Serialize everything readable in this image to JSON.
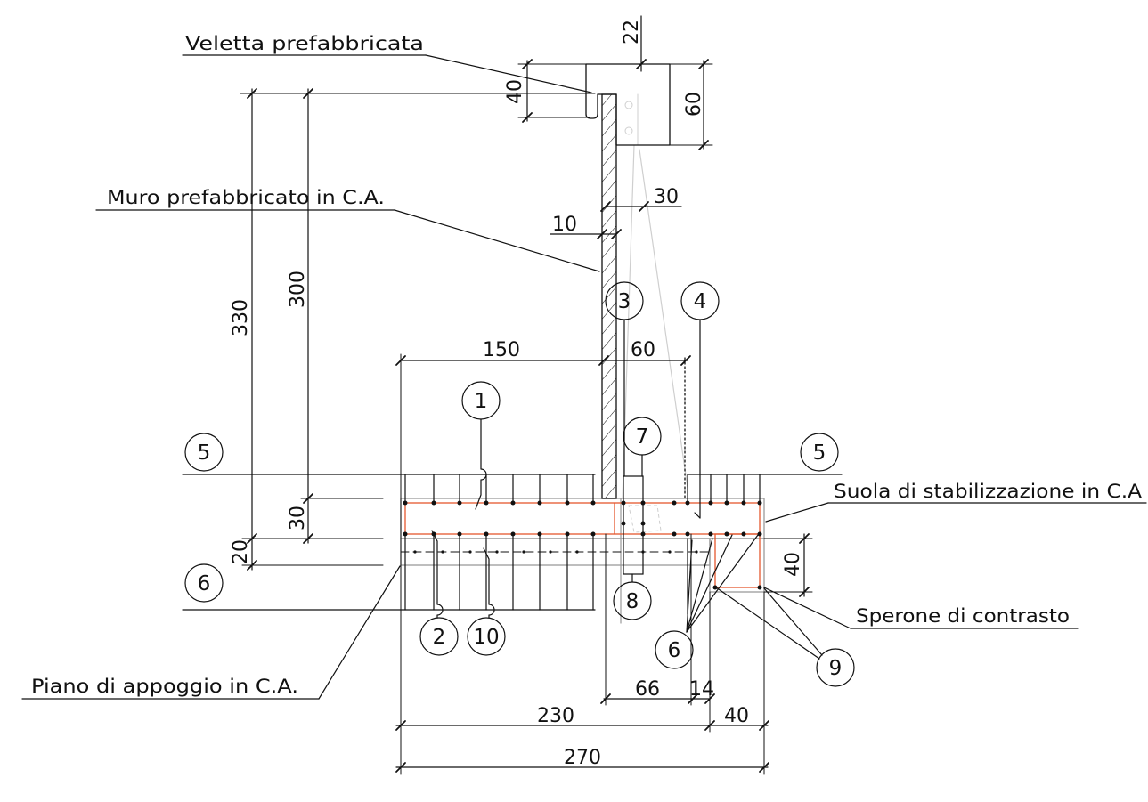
{
  "labels": {
    "veletta": "Veletta prefabbricata",
    "muro": "Muro prefabbricato in C.A.",
    "suola": "Suola di stabilizzazione in C.A",
    "sperone": "Sperone di contrasto",
    "piano": "Piano di appoggio in C.A."
  },
  "dimensions": {
    "d22": "22",
    "d40_veletta": "40",
    "d60_veletta": "60",
    "d30_top": "30",
    "d10": "10",
    "d330": "330",
    "d300": "300",
    "d150": "150",
    "d60": "60",
    "d30_slab": "30",
    "d20": "20",
    "d40_sperone": "40",
    "d66": "66",
    "d14": "14",
    "d230": "230",
    "d40_bottom": "40",
    "d270": "270"
  },
  "callouts": {
    "c1": "1",
    "c2": "2",
    "c3": "3",
    "c4": "4",
    "c5_left": "5",
    "c5_right": "5",
    "c6_left": "6",
    "c6_right": "6",
    "c7": "7",
    "c8": "8",
    "c9": "9",
    "c10": "10"
  },
  "colors": {
    "line": "#111111",
    "concrete_outline": "#9a9a9a",
    "reinforcement": "#e4572e",
    "construction_line": "#cfcfcf",
    "background": "#ffffff"
  }
}
